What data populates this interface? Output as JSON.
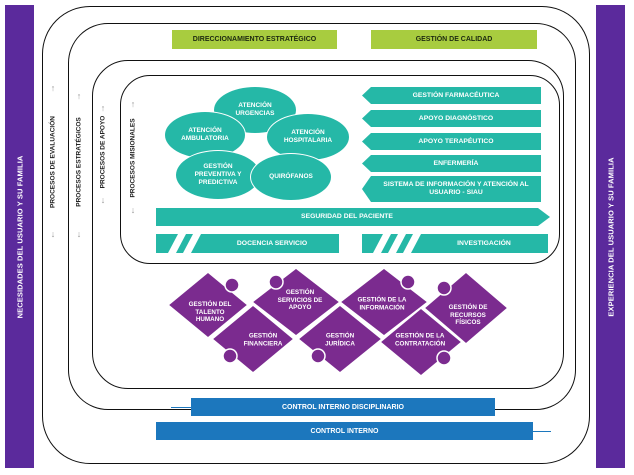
{
  "side": {
    "left_label": "NECESIDADES DEL USUARIO Y SU FAMILIA",
    "right_label": "EXPERIENCIA DEL USUARIO Y SU FAMILIA"
  },
  "levels": {
    "evaluacion": "PROCESOS DE EVALUACIÓN",
    "estrategicos": "PROCESOS ESTRATÉGICOS",
    "apoyo": "PROCESOS DE APOYO",
    "misionales": "PROCESOS MISIONALES"
  },
  "strategic": {
    "direccionamiento": "DIRECCIONAMIENTO ESTRATÉGICO",
    "calidad": "GESTIÓN DE CALIDAD"
  },
  "circles": {
    "urgencias": "ATENCIÓN URGENCIAS",
    "ambulatoria": "ATENCIÓN AMBULATORIA",
    "hospitalaria": "ATENCIÓN HOSPITALARIA",
    "preventiva": "GESTIÓN PREVENTIVA Y PREDICTIVA",
    "quirofanos": "QUIRÓFANOS"
  },
  "right_services": [
    "GESTIÓN FARMACÉUTICA",
    "APOYO DIAGNÓSTICO",
    "APOYO TERAPÉUTICO",
    "ENFERMERÍA",
    "SISTEMA DE INFORMACIÓN Y ATENCIÓN AL USUARIO - SIAU"
  ],
  "bands": {
    "seguridad": "SEGURIDAD DEL PACIENTE",
    "docencia": "DOCENCIA SERVICIO",
    "investigacion": "INVESTIGACIÓN"
  },
  "puzzle": {
    "talento": "GESTIÓN DEL TALENTO HUMANO",
    "servicios": "GESTIÓN SERVICIOS DE APOYO",
    "informacion": "GESTIÓN DE LA INFORMACIÓN",
    "recursos": "GESTIÓN DE RECURSOS FÍSICOS",
    "financiera": "GESTIÓN FINANCIERA",
    "juridica": "GESTIÓN JURÍDICA",
    "contratacion": "GESTIÓN DE LA CONTRATACIÓN"
  },
  "control": {
    "disciplinario": "CONTROL INTERNO DISCIPLINARIO",
    "interno": "CONTROL INTERNO"
  },
  "colors": {
    "purple": "#5b2a9c",
    "puzzle": "#7b2b8f",
    "teal": "#25b8a7",
    "green": "#a8cc3f",
    "blue": "#1c77bd"
  }
}
